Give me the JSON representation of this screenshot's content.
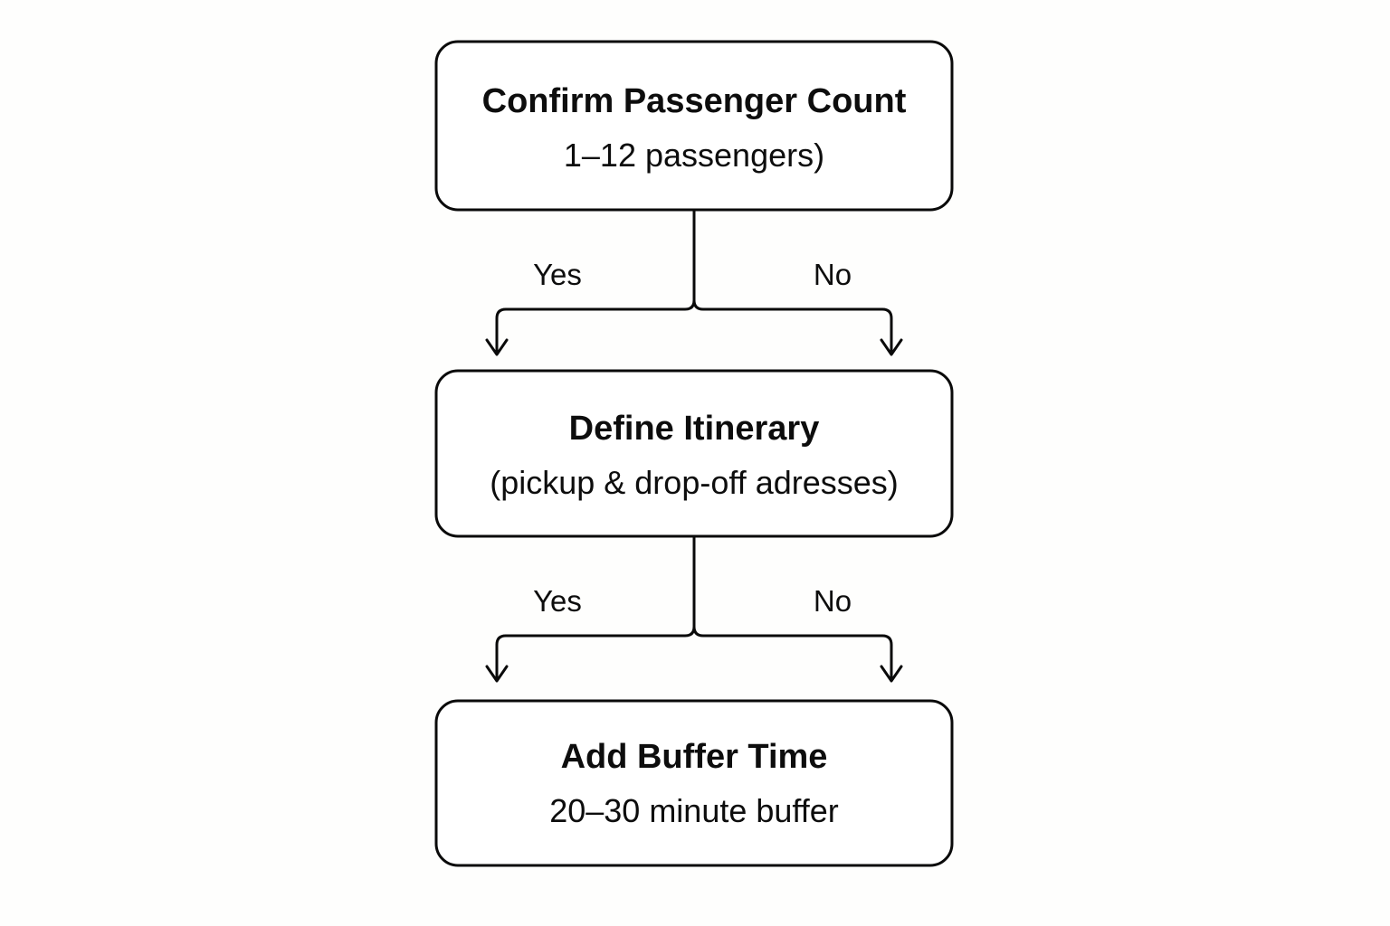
{
  "diagram": {
    "type": "flowchart",
    "orientation": "top-to-bottom",
    "background_color": "#fefefd",
    "stroke_color": "#0a0a0a",
    "node_fill_color": "#ffffff",
    "text_color": "#0d0d0d",
    "nodes": [
      {
        "id": "confirm-passenger-count",
        "title": "Confirm Passenger Count",
        "subtitle": "1–12 passengers)",
        "shape": "rounded-rectangle"
      },
      {
        "id": "define-itinerary",
        "title": "Define Itinerary",
        "subtitle": "(pickup & drop-off adresses)",
        "shape": "rounded-rectangle"
      },
      {
        "id": "add-buffer-time",
        "title": "Add Buffer Time",
        "subtitle": "20–30 minute buffer",
        "shape": "rounded-rectangle"
      }
    ],
    "connectors": [
      {
        "id": "connector-1",
        "from": "confirm-passenger-count",
        "to": "define-itinerary",
        "branches": [
          {
            "label": "Yes",
            "side": "left"
          },
          {
            "label": "No",
            "side": "right"
          }
        ]
      },
      {
        "id": "connector-2",
        "from": "define-itinerary",
        "to": "add-buffer-time",
        "branches": [
          {
            "label": "Yes",
            "side": "left"
          },
          {
            "label": "No",
            "side": "right"
          }
        ]
      }
    ]
  }
}
